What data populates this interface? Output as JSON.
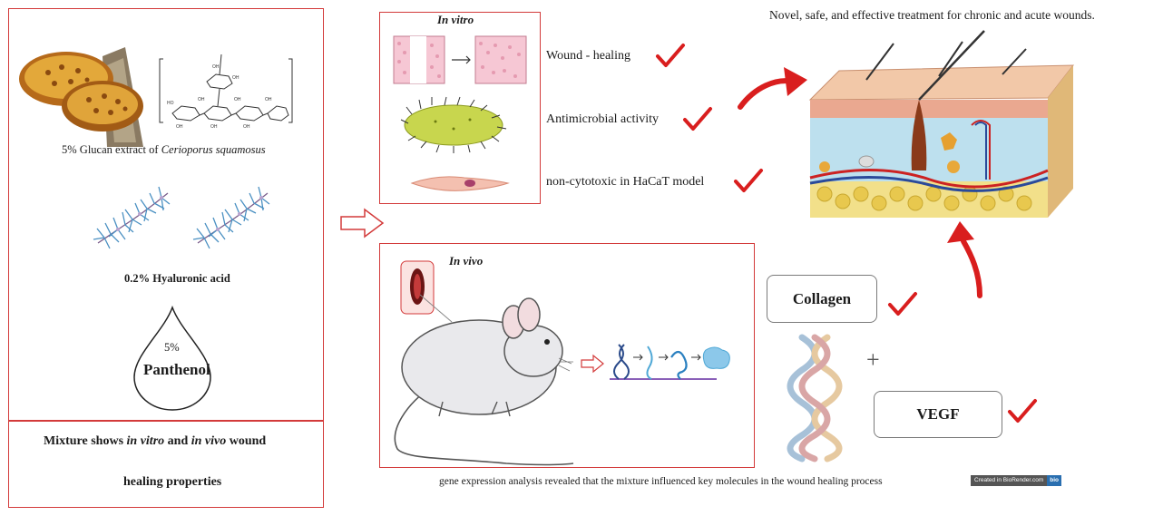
{
  "header": {
    "title": "Novel, safe, and effective treatment for chronic and acute wounds."
  },
  "ingredients": {
    "glucan_prefix": "5%",
    "glucan_text": "Glucan extract of",
    "glucan_species": "Cerioporus squamosus",
    "hyaluronic": "0.2% Hyaluronic acid",
    "panthenol_pct": "5%",
    "panthenol": "Panthenol"
  },
  "summary": {
    "pre": "Mixture shows",
    "invitro": "in vitro",
    "and": "and",
    "invivo": "in vivo",
    "post1": "wound",
    "post2": "healing properties"
  },
  "invitro": {
    "title": "In vitro",
    "results": [
      "Wound - healing",
      "Antimicrobial activity",
      "non-cytotoxic in HaCaT model"
    ]
  },
  "invivo": {
    "title": "In vivo"
  },
  "molecules": {
    "collagen": "Collagen",
    "plus": "+",
    "vegf": "VEGF"
  },
  "footer": {
    "caption": "gene expression analysis revealed that the mixture influenced key molecules in the wound healing process",
    "biorender": "Created in BioRender.com",
    "biorender_logo": "bio"
  },
  "colors": {
    "accent_red": "#d91e1e",
    "box_border": "#d33a3a"
  }
}
